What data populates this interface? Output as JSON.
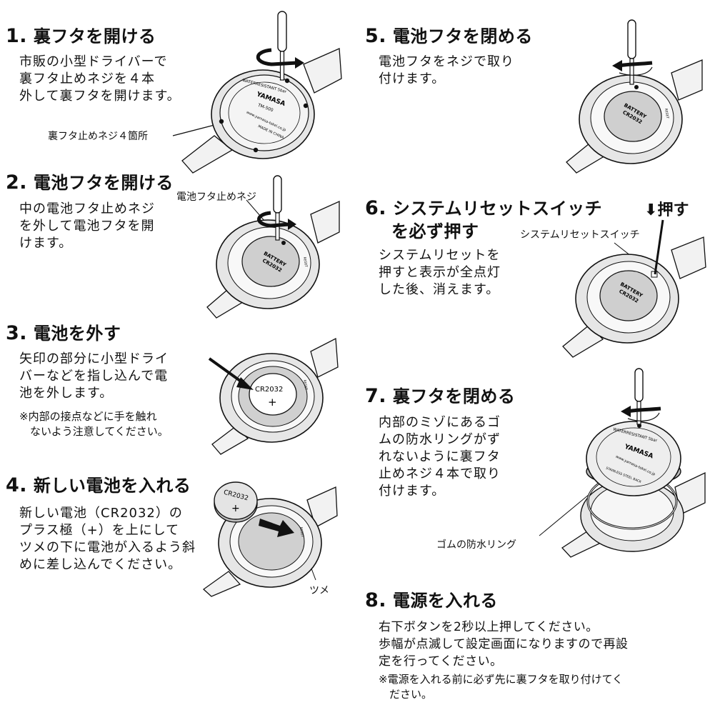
{
  "steps": [
    {
      "num": "1.",
      "title": "裏フタを開ける",
      "body": "市販の小型ドライバーで\n裏フタ止めネジを４本\n外して裏フタを開けます。"
    },
    {
      "num": "2.",
      "title": "電池フタを開ける",
      "body": "中の電池フタ止めネジ\nを外して電池フタを開\nけます。"
    },
    {
      "num": "3.",
      "title": "電池を外す",
      "body": "矢印の部分に小型ドライ\nバーなどを指し込んで電\n池を外します。",
      "note": "※内部の接点などに手を触れ\n　ないよう注意してください。"
    },
    {
      "num": "4.",
      "title": "新しい電池を入れる",
      "body": "新しい電池（CR2032）の\nプラス極（+）を上にして\nツメの下に電池が入るよう斜\nめに差し込んでください。"
    },
    {
      "num": "5.",
      "title": "電池フタを閉める",
      "body": "電池フタをネジで取り\n付けます。"
    },
    {
      "num": "6.",
      "title_line1": "システムリセットスイッチ",
      "title_line2": "を必ず押す",
      "body": "システムリセットを\n押すと表示が全点灯\nした後、消えます。"
    },
    {
      "num": "7.",
      "title": "裏フタを閉める",
      "body": "内部のミゾにあるゴ\nムの防水リングがず\nれないように裏フタ\n止めネジ４本で取り\n付けます。"
    },
    {
      "num": "8.",
      "title": "電源を入れる",
      "body": "右下ボタンを2秒以上押してください。\n歩幅が点滅して設定画面になりますので再設\n定を行ってください。",
      "note": "※電源を入れる前に必ず先に裏フタを取り付けてく\n　ださい。"
    }
  ],
  "callouts": {
    "back_screws": "裏フタ止めネジ４箇所",
    "battery_cover_screw": "電池フタ止めネジ",
    "reset_switch": "システムリセットスイッチ",
    "push": "押す",
    "claw": "ツメ",
    "waterproof_ring": "ゴムの防水リング"
  },
  "watch_text": {
    "water": "WATERRESISTANT 5bar",
    "brand": "YAMASA",
    "model": "TM-500",
    "url": "www.yamasa-tokei.co.jp",
    "made": "MADE IN CHINA",
    "steel": "STAINLESS STEEL BACK",
    "battery_ring": "BATTERY CR2032",
    "battery": "BATTERY",
    "cell": "CR2032",
    "reset": "RESET",
    "plus": "+"
  },
  "colors": {
    "ink": "#111111",
    "panel": "#d8d8d8",
    "mid": "#bdbdbd",
    "light": "#ececec"
  }
}
